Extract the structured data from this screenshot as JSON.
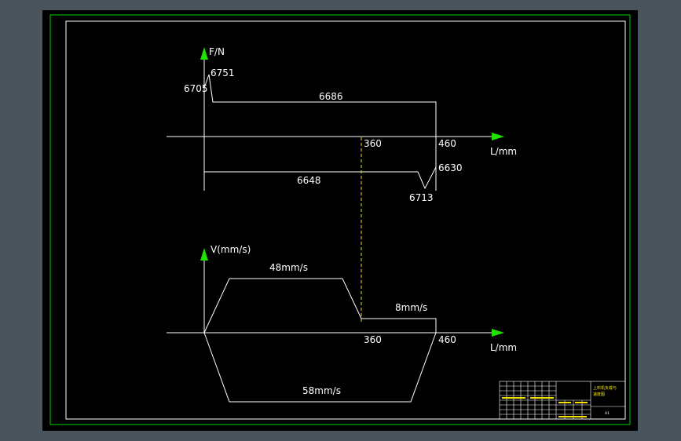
{
  "colors": {
    "background": "#4a545d",
    "paper": "#000000",
    "frame": "#00d400",
    "curve": "#ffffff",
    "guide": "#f5e400",
    "arrow": "#22e000"
  },
  "force_chart": {
    "y_axis_label": "F/N",
    "x_axis_label": "L/mm",
    "ticks": {
      "mid": "360",
      "end": "460"
    },
    "values": {
      "start": "6705",
      "peak": "6751",
      "plateau": "6686",
      "return": "6648",
      "dip": "6713",
      "end": "6630"
    }
  },
  "velocity_chart": {
    "y_axis_label": "V(mm/s)",
    "x_axis_label": "L/mm",
    "ticks": {
      "mid": "360",
      "end": "460"
    },
    "values": {
      "fast": "48mm/s",
      "slow": "8mm/s",
      "return": "58mm/s"
    }
  },
  "title_block": {
    "drawing_title_line1": "上料机负载与",
    "drawing_title_line2": "速度图",
    "sheet_size": "A1"
  }
}
